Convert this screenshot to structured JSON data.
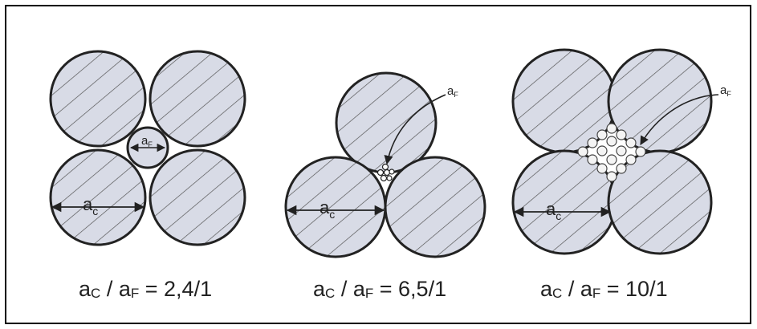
{
  "panels": [
    {
      "id": "panel-1",
      "labels": {
        "ac": "a",
        "ac_sub": "c",
        "af": "a",
        "af_sub": "F"
      },
      "caption": {
        "a": "a",
        "c": "C",
        "sep": " / ",
        "b": "a",
        "f": "F",
        "eq": " = ",
        "ratio": "2,4/1"
      }
    },
    {
      "id": "panel-2",
      "labels": {
        "ac": "a",
        "ac_sub": "c",
        "af": "a",
        "af_sub": "F"
      },
      "caption": {
        "a": "a",
        "c": "C",
        "sep": " / ",
        "b": "a",
        "f": "F",
        "eq": " = ",
        "ratio": "6,5/1"
      }
    },
    {
      "id": "panel-3",
      "labels": {
        "ac": "a",
        "ac_sub": "c",
        "af": "a",
        "af_sub": "F"
      },
      "caption": {
        "a": "a",
        "c": "C",
        "sep": " / ",
        "b": "a",
        "f": "F",
        "eq": " = ",
        "ratio": "10/1"
      }
    }
  ],
  "colors": {
    "circle_fill": "#d8dbe6",
    "stroke": "#222222",
    "hatch": "#555555",
    "background": "#ffffff"
  }
}
